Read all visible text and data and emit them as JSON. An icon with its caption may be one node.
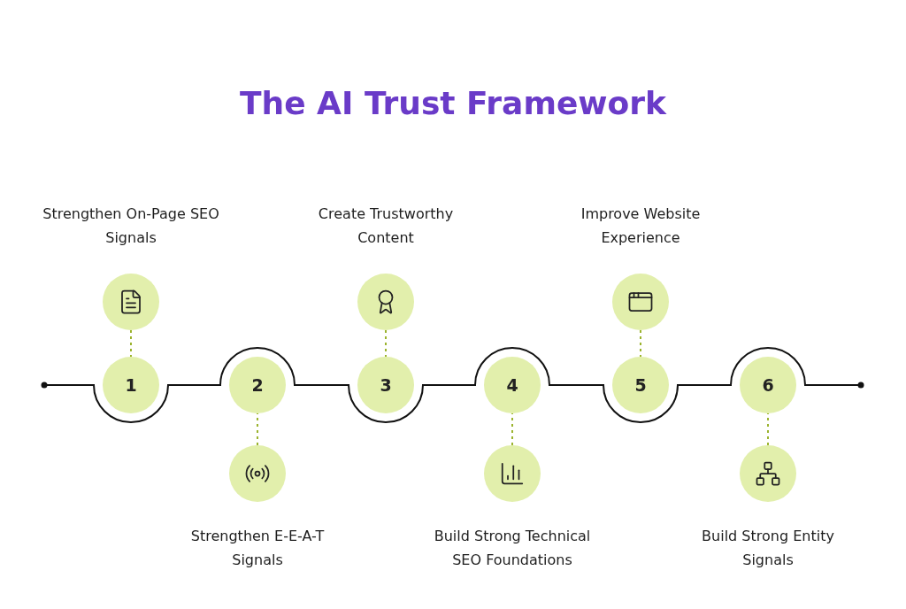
{
  "diagram": {
    "title": "The AI Trust Framework",
    "nodes": [
      {
        "text": [
          "1"
        ]
      },
      {
        "text": [
          "2"
        ]
      },
      {
        "text": [
          "3"
        ]
      },
      {
        "text": [
          "4"
        ]
      },
      {
        "text": [
          "5"
        ]
      },
      {
        "text": [
          "6"
        ]
      },
      {
        "text": [],
        "shape": "circle",
        "beside": [
          "Strengthen On-Page SEO Signals"
        ]
      },
      {
        "text": [],
        "shape": "circle",
        "beside": [
          "Strengthen E-E-A-T Signals"
        ]
      },
      {
        "text": [],
        "shape": "circle",
        "beside": [
          "Create Trustworthy Content"
        ]
      },
      {
        "text": [],
        "shape": "circle",
        "beside": [
          "Build Strong Technical SEO Foundations"
        ]
      },
      {
        "text": [],
        "shape": "circle",
        "beside": [
          "Improve Website Experience"
        ]
      },
      {
        "text": [],
        "shape": "circle",
        "beside": [
          "Build Strong Entity Signals"
        ]
      }
    ],
    "edges": [
      {
        "from": 6,
        "to": 0,
        "arrow": "none",
        "style": "dashed"
      },
      {
        "from": 7,
        "to": 1,
        "arrow": "none",
        "style": "dashed"
      },
      {
        "from": 8,
        "to": 2,
        "arrow": "none",
        "style": "dashed"
      },
      {
        "from": 9,
        "to": 3,
        "arrow": "none",
        "style": "dashed"
      },
      {
        "from": 10,
        "to": 4,
        "arrow": "none",
        "style": "dashed"
      },
      {
        "from": 11,
        "to": 5,
        "arrow": "none",
        "style": "dashed"
      }
    ]
  }
}
